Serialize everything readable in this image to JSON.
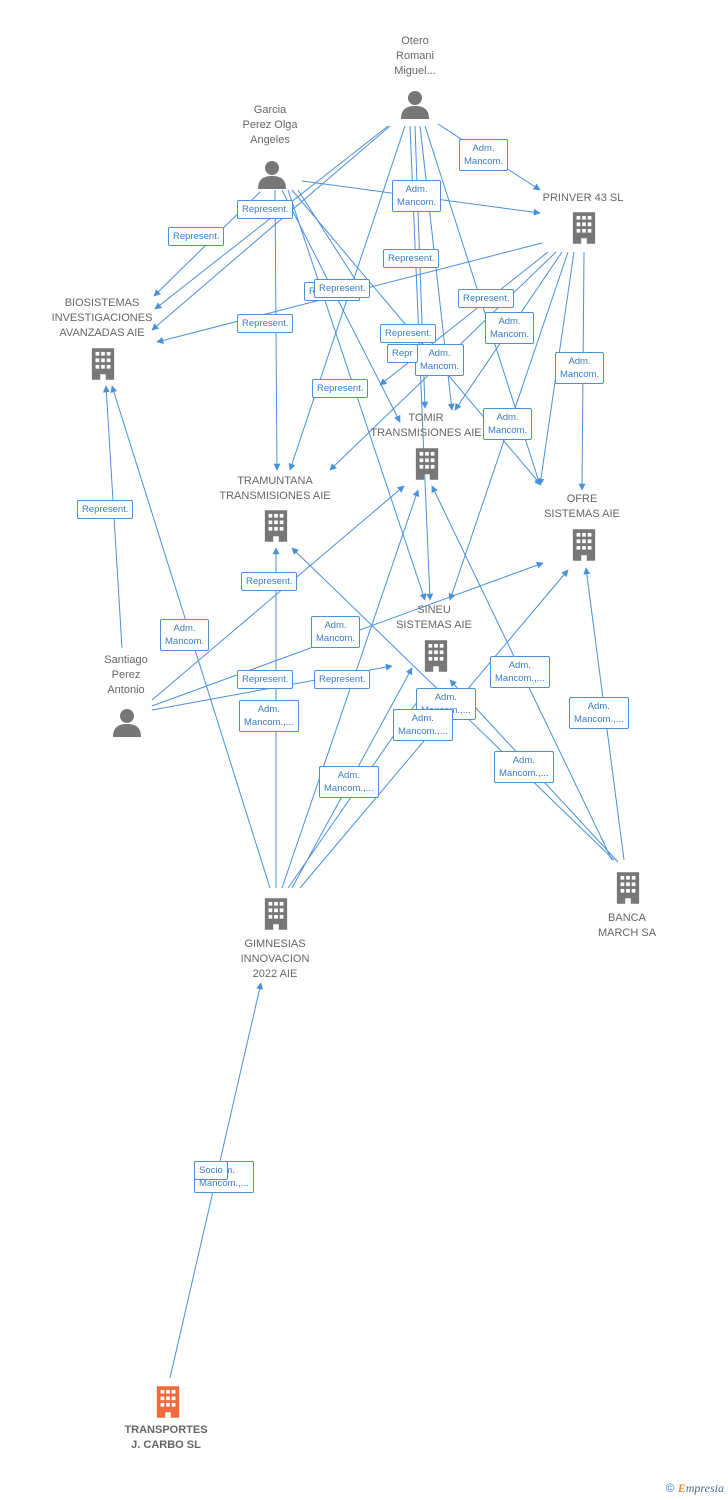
{
  "nodes": [
    {
      "id": "otero",
      "type": "person",
      "label": "Otero\nRomani\nMiguel..."
    },
    {
      "id": "garcia",
      "type": "person",
      "label": "Garcia\nPerez Olga\nAngeles"
    },
    {
      "id": "prinver",
      "type": "company",
      "label": "PRINVER 43 SL"
    },
    {
      "id": "biosistemas",
      "type": "company",
      "label": "BIOSISTEMAS\nINVESTIGACIONES\nAVANZADAS AIE"
    },
    {
      "id": "tomir",
      "type": "company",
      "label": "TOMIR\nTRANSMISIONES AIE"
    },
    {
      "id": "tramuntana",
      "type": "company",
      "label": "TRAMUNTANA\nTRANSMISIONES AIE"
    },
    {
      "id": "ofre",
      "type": "company",
      "label": "OFRE\nSISTEMAS AIE"
    },
    {
      "id": "sineu",
      "type": "company",
      "label": "SINEU\nSISTEMAS AIE"
    },
    {
      "id": "santiago",
      "type": "person",
      "label": "Santiago\nPerez\nAntonio"
    },
    {
      "id": "gimnesias",
      "type": "company",
      "label": "GIMNESIAS\nINNOVACION\n2022  AIE"
    },
    {
      "id": "banca",
      "type": "company",
      "label": "BANCA\nMARCH SA"
    },
    {
      "id": "transportes",
      "type": "company",
      "label": "TRANSPORTES\nJ. CARBO  SL",
      "highlight": true
    }
  ],
  "edge_labels": [
    "Adm.\nMancom.",
    "Adm.\nMancom.",
    "Represent.",
    "Represent.",
    "Represent.",
    "Represent.",
    "Represent.",
    "Represent.",
    "Represent.",
    "Adm.\nMancom.",
    "Represent.",
    "Adm.\nMancom.",
    "Repr",
    "Adm.\nMancom.",
    "Represent.",
    "Adm.\nMancom.",
    "Adm.\nMancom.",
    "Represent.",
    "Represent.",
    "Adm.\nMancom.",
    "Represent.",
    "Represent.",
    "Adm.\nMancom.,...",
    "Adm.\nMancom.,...",
    "Adm.\nMancom.,...",
    "Adm.\nMancom.,...",
    "Adm.\nMancom.,...",
    "Adm.\nMancom.,...",
    "Adm.\nMancom.,...",
    "Adm.\nMancom.,...",
    "Socio"
  ],
  "footer": {
    "copyright": "©",
    "brand_initial": "E",
    "brand_rest": "mpresia"
  },
  "colors": {
    "edge": "#4a90d9",
    "node": "#777777",
    "highlight": "#f26a3c"
  }
}
